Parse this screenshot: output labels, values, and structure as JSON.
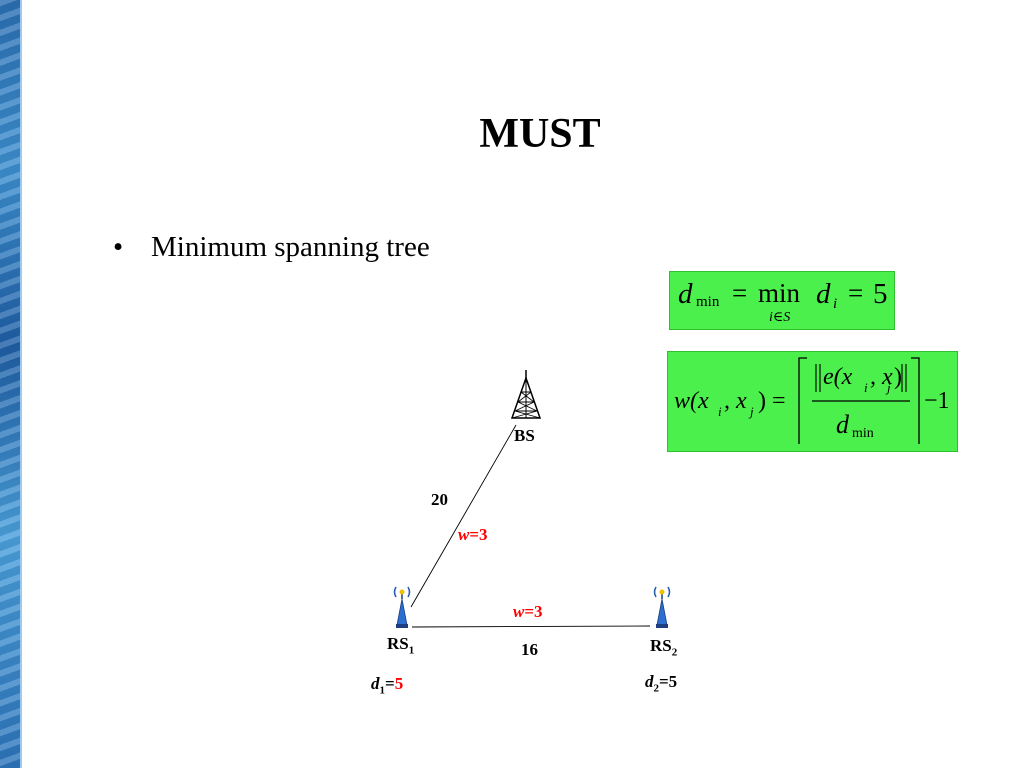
{
  "slide": {
    "title": "MUST",
    "bullet": "Minimum spanning tree"
  },
  "formula_1": {
    "lhs_var": "d",
    "lhs_sub": "min",
    "equals": "=",
    "operator": "min",
    "operator_sub": "i∈S",
    "rhs_var": "d",
    "rhs_sub": "i",
    "equals_2": "=",
    "value": "5"
  },
  "formula_2": {
    "lhs": "w(x",
    "lhs_i": "i",
    "lhs_mid": ", x",
    "lhs_j": "j",
    "lhs_close": ") =",
    "numerator": "e(x",
    "num_i": "i",
    "num_mid": ", x",
    "num_j": "j",
    "num_close": ")",
    "denominator_var": "d",
    "denominator_sub": "min",
    "minus_one": "−1"
  },
  "diagram": {
    "bs_label": "BS",
    "rs1_label": "RS",
    "rs1_sub": "1",
    "rs2_label": "RS",
    "rs2_sub": "2",
    "edge_bs_rs1_distance": "20",
    "edge_bs_rs1_weight_var": "w",
    "edge_bs_rs1_weight_val": "=3",
    "edge_rs1_rs2_distance": "16",
    "edge_rs1_rs2_weight_var": "w",
    "edge_rs1_rs2_weight_val": "=3",
    "d1_var": "d",
    "d1_sub": "1",
    "d1_eq": "=",
    "d1_val": "5",
    "d2_var": "d",
    "d2_sub": "2",
    "d2_eq": "=5"
  },
  "colors": {
    "formula_bg": "#4cf04c",
    "highlight": "#ff0000",
    "side_stripe": "#2b6fb3"
  }
}
